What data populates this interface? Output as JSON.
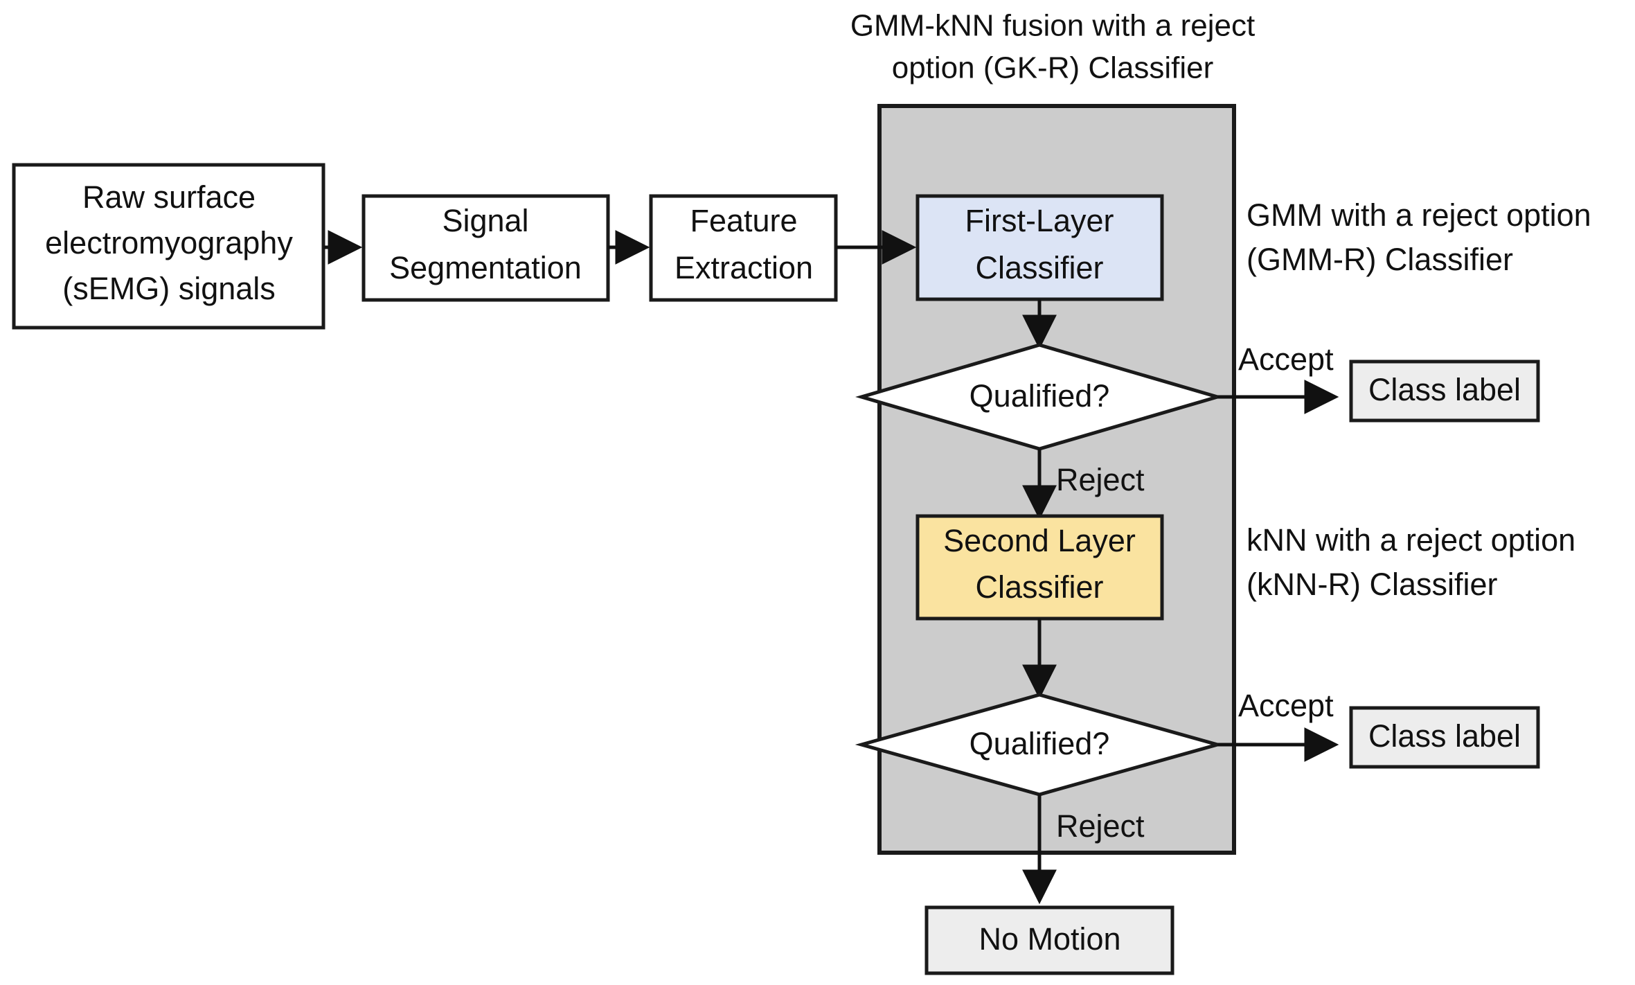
{
  "diagram": {
    "title": {
      "line1": "GMM-kNN fusion with a reject",
      "line2": "option (GK-R) Classifier"
    },
    "pipeline": [
      {
        "id": "raw-semg",
        "name": "raw-semg-box",
        "lines": [
          "Raw surface",
          "electromyography",
          "(sEMG) signals"
        ],
        "fill": "#FFFFFF"
      },
      {
        "id": "signal-segmentation",
        "name": "signal-segmentation-box",
        "lines": [
          "Signal",
          "Segmentation"
        ],
        "fill": "#FFFFFF"
      },
      {
        "id": "feature-extraction",
        "name": "feature-extraction-box",
        "lines": [
          "Feature",
          "Extraction"
        ],
        "fill": "#FFFFFF"
      }
    ],
    "container": {
      "name": "gk-r-classifier-container",
      "fill": "#CCCCCC"
    },
    "first_layer": {
      "lines": [
        "First-Layer",
        "Classifier"
      ],
      "fill": "#DCE4F5"
    },
    "second_layer": {
      "lines": [
        "Second Layer",
        "Classifier"
      ],
      "fill": "#FAE3A0"
    },
    "decision_1": {
      "label": "Qualified?",
      "accept_label": "Accept",
      "reject_label": "Reject",
      "fill": "#FFFFFF"
    },
    "decision_2": {
      "label": "Qualified?",
      "accept_label": "Accept",
      "reject_label": "Reject",
      "fill": "#FFFFFF"
    },
    "outputs": {
      "class_label_1": "Class label",
      "class_label_2": "Class label",
      "no_motion": "No Motion",
      "fill": "#EDEDED"
    },
    "annotations": [
      {
        "id": "gmm-r",
        "line1": "GMM with a reject option",
        "line2": "(GMM-R) Classifier"
      },
      {
        "id": "knn-r",
        "line1": "kNN with a reject option",
        "line2": "(kNN-R) Classifier"
      }
    ],
    "colors": {
      "background": "#FFFFFF",
      "stroke": "#1A1A1A",
      "text": "#111111",
      "container_gray": "#CCCCCC",
      "first_layer_blue": "#DCE4F5",
      "second_layer_yellow": "#FAE3A0",
      "output_gray": "#EDEDED"
    }
  }
}
